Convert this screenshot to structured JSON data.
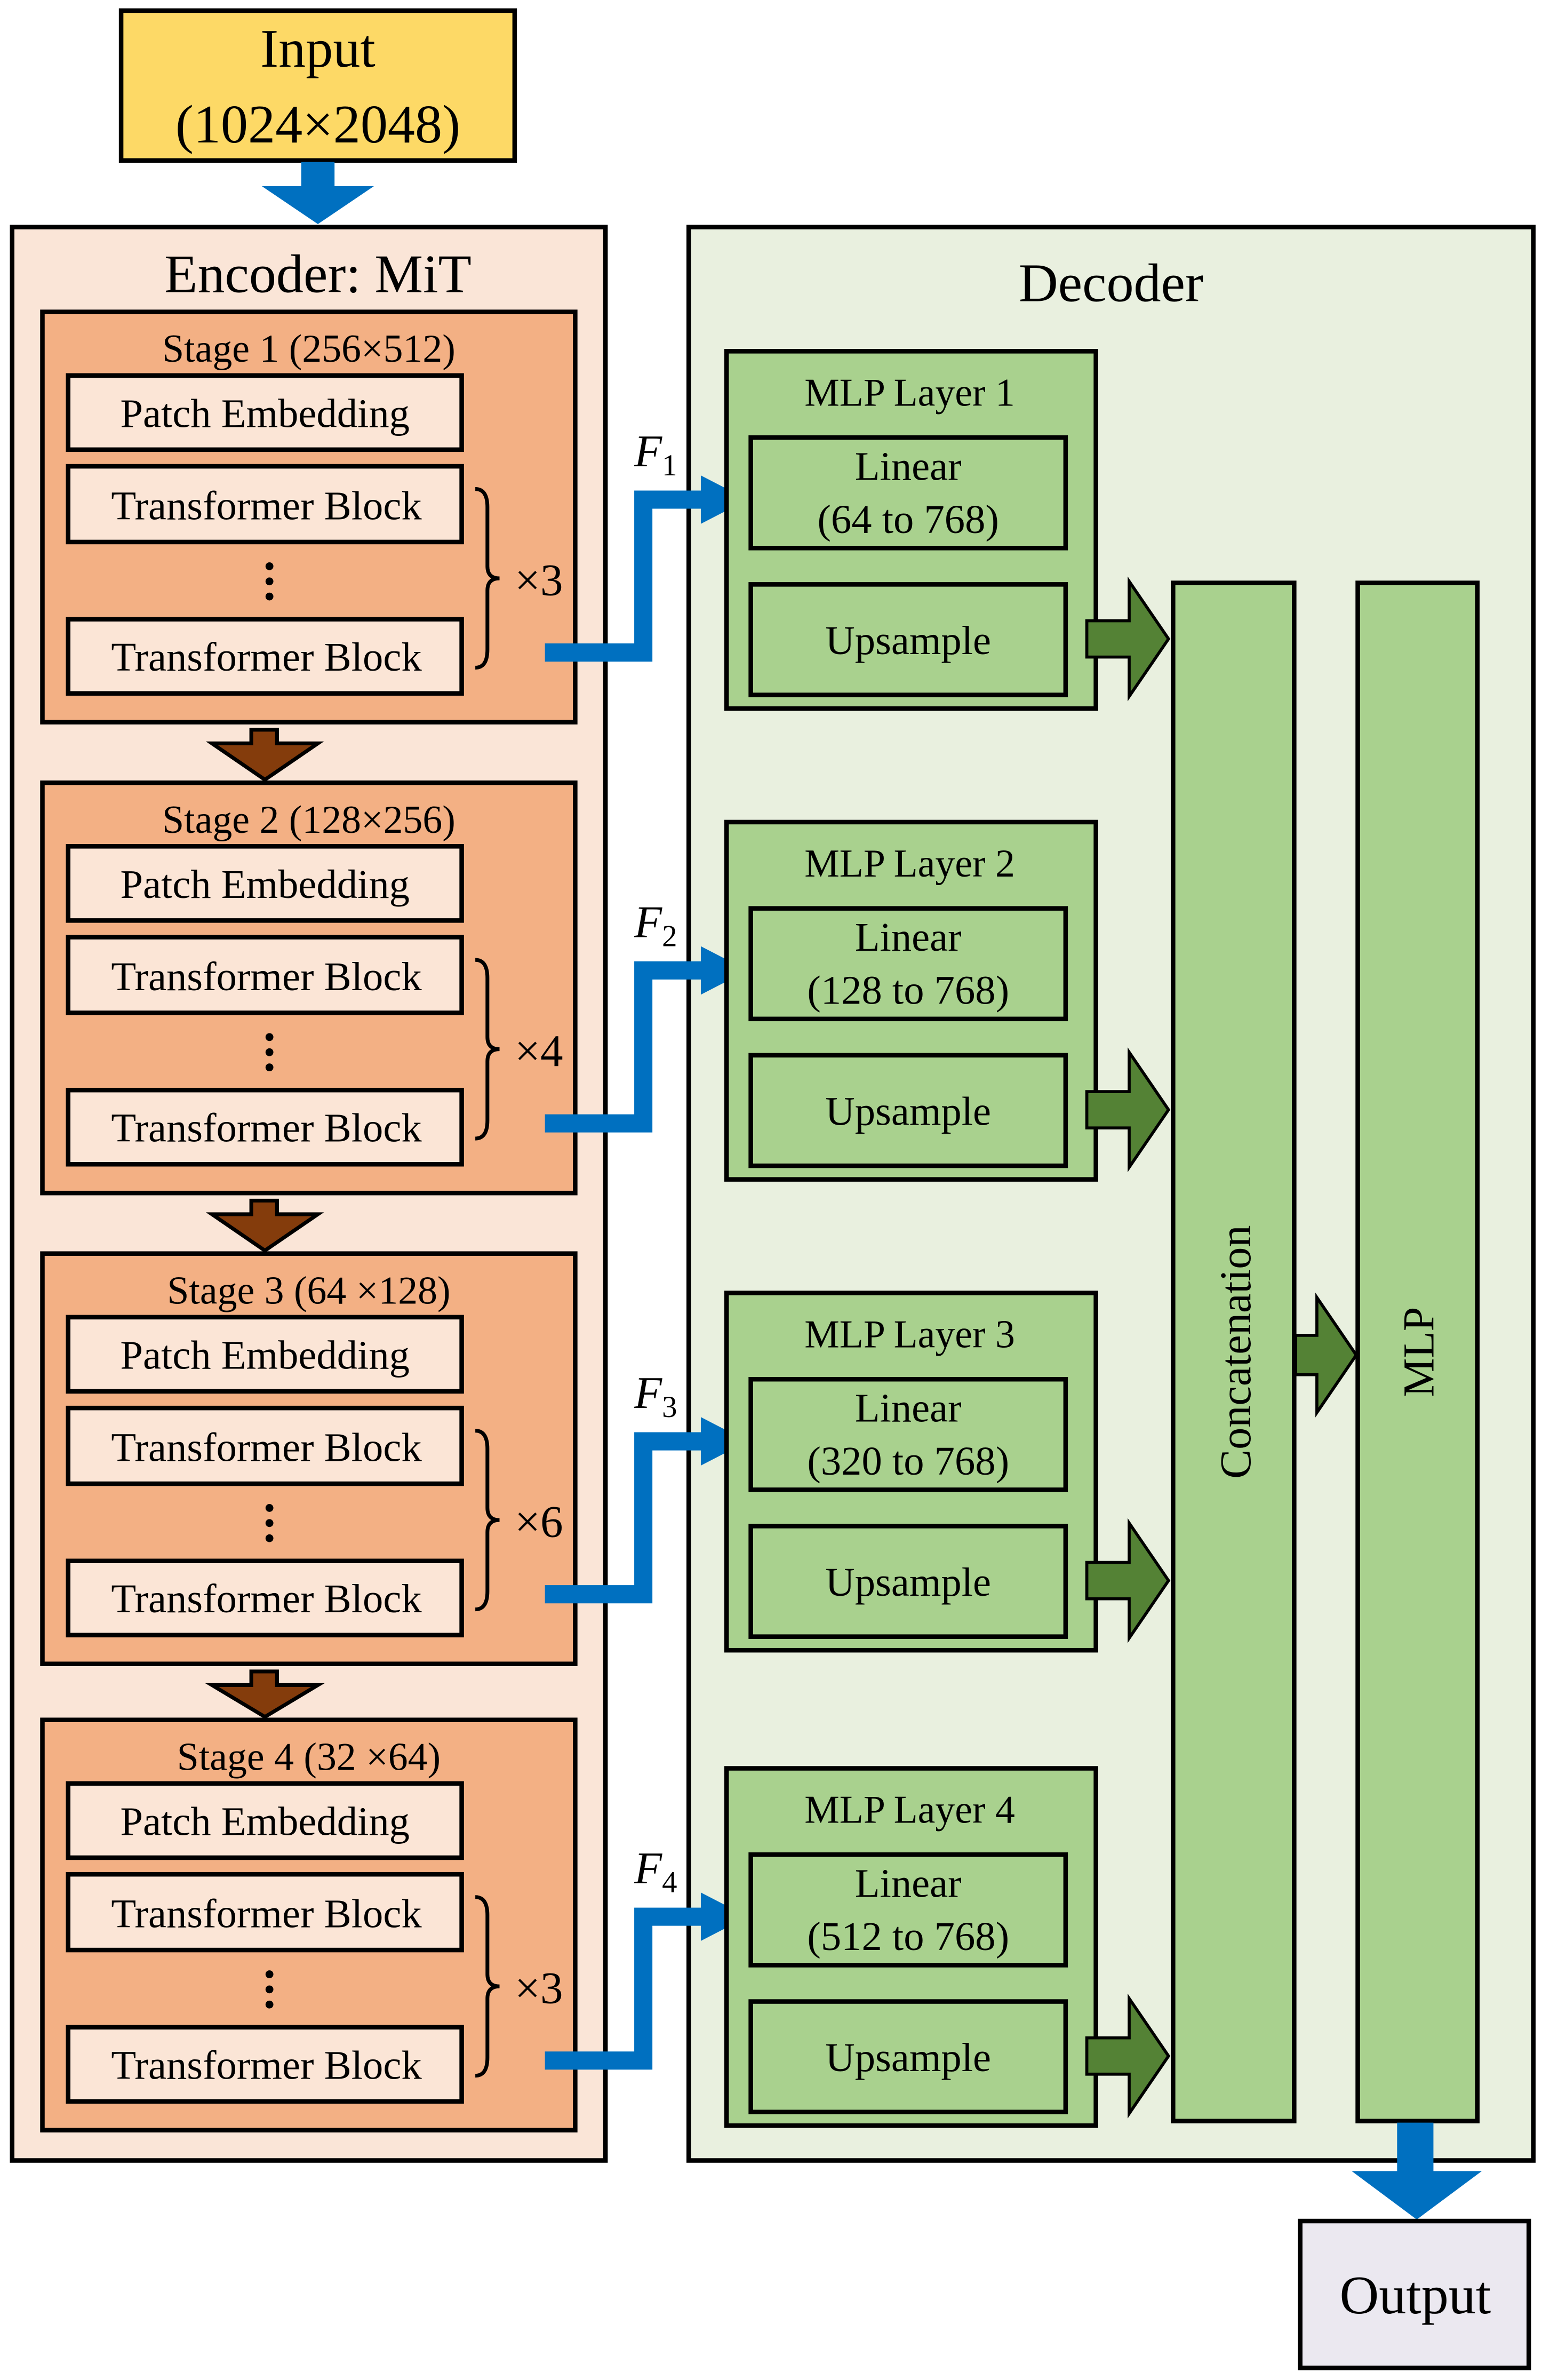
{
  "input": {
    "line1": "Input",
    "line2": "(1024×2048)"
  },
  "encoder": {
    "title": "Encoder: MiT",
    "stages": [
      {
        "label": "Stage 1 (256×512)",
        "patch": "Patch Embedding",
        "block": "Transformer Block",
        "ellipsis": "⋮",
        "repeat": "×3",
        "feature": "F",
        "feature_sub": "1"
      },
      {
        "label": "Stage 2 (128×256)",
        "patch": "Patch Embedding",
        "block": "Transformer Block",
        "ellipsis": "⋮",
        "repeat": "×4",
        "feature": "F",
        "feature_sub": "2"
      },
      {
        "label": "Stage 3 (64 ×128)",
        "patch": "Patch Embedding",
        "block": "Transformer Block",
        "ellipsis": "⋮",
        "repeat": "×6",
        "feature": "F",
        "feature_sub": "3"
      },
      {
        "label": "Stage 4 (32 ×64)",
        "patch": "Patch Embedding",
        "block": "Transformer Block",
        "ellipsis": "⋮",
        "repeat": "×3",
        "feature": "F",
        "feature_sub": "4"
      }
    ]
  },
  "decoder": {
    "title": "Decoder",
    "mlp_layers": [
      {
        "label": "MLP Layer 1",
        "linear": "Linear",
        "linear_dims": "(64 to 768)",
        "upsample": "Upsample"
      },
      {
        "label": "MLP Layer 2",
        "linear": "Linear",
        "linear_dims": "(128 to 768)",
        "upsample": "Upsample"
      },
      {
        "label": "MLP Layer 3",
        "linear": "Linear",
        "linear_dims": "(320 to 768)",
        "upsample": "Upsample"
      },
      {
        "label": "MLP Layer 4",
        "linear": "Linear",
        "linear_dims": "(512 to 768)",
        "upsample": "Upsample"
      }
    ],
    "concat": "Concatenation",
    "mlp": "MLP"
  },
  "output": {
    "label": "Output"
  },
  "colors": {
    "input_fill": "#FDD966",
    "encoder_bg": "#FAE5D7",
    "stage_fill": "#F3B084",
    "inner_fill": "#FBE5D6",
    "decoder_bg": "#E9F0DF",
    "mlp_fill": "#A9D18E",
    "green_arrow": "#548235",
    "blue_arrow": "#0070C0",
    "brown_arrow": "#843C0C",
    "output_fill": "#EBE8F0"
  }
}
